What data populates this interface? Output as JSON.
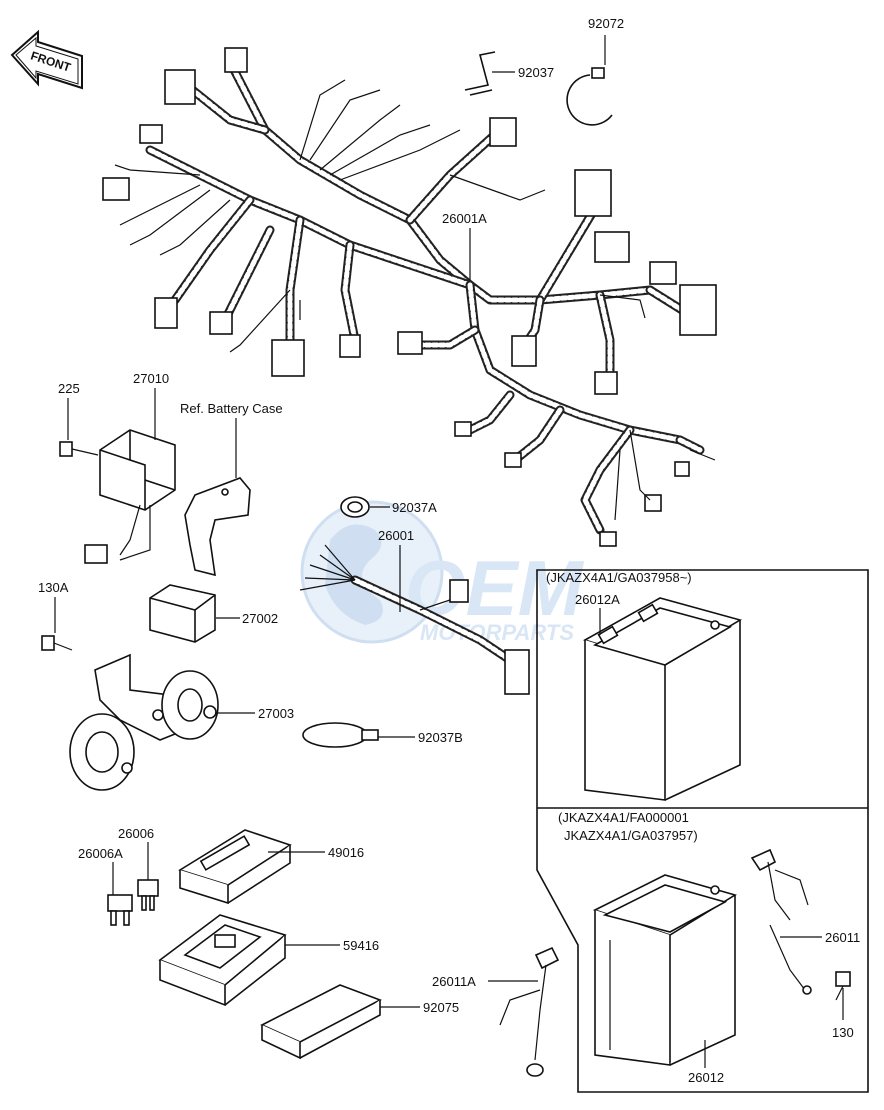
{
  "front_arrow": {
    "text": "FRONT"
  },
  "watermark": {
    "brand": "OEM",
    "sub": "MOTORPARTS",
    "color": "#a9c6e6"
  },
  "labels": {
    "p92072": "92072",
    "p92037": "92037",
    "p26001A": "26001A",
    "p225": "225",
    "p27010": "27010",
    "ref_battery": "Ref. Battery Case",
    "p92037A": "92037A",
    "p26001": "26001",
    "p130A": "130A",
    "p27002": "27002",
    "p27003": "27003",
    "p92037B": "92037B",
    "p26006": "26006",
    "p26006A": "26006A",
    "p49016": "49016",
    "p59416": "59416",
    "p92075": "92075",
    "p26011A": "26011A",
    "p26011": "26011",
    "p130": "130",
    "p26012A": "26012A",
    "p26012": "26012",
    "box_top_code": "(JKAZX4A1/GA037958~)",
    "box_bottom_code1": "(JKAZX4A1/FA000001",
    "box_bottom_code2": "JKAZX4A1/GA037957)"
  }
}
